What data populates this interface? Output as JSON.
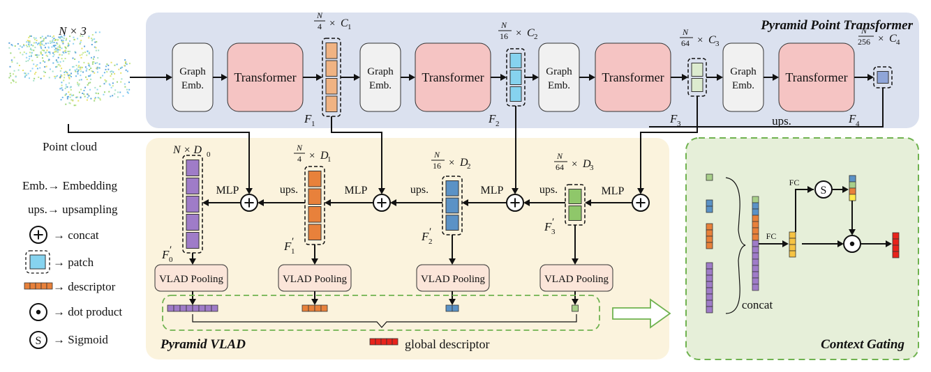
{
  "input": {
    "dims": "N × 3",
    "label": "Point cloud"
  },
  "transformer_panel": {
    "title": "Pyramid Point Transformer",
    "stages": [
      {
        "embed_label": [
          "Graph",
          "Emb."
        ],
        "transformer_label": "Transformer",
        "dim_frac": [
          "N",
          "4"
        ],
        "dim_channel": "C",
        "dim_sub": "1",
        "feature": "F",
        "feature_sub": "1",
        "patches": 4,
        "patch_color": "#f0b383"
      },
      {
        "embed_label": [
          "Graph",
          "Emb."
        ],
        "transformer_label": "Transformer",
        "dim_frac": [
          "N",
          "16"
        ],
        "dim_channel": "C",
        "dim_sub": "2",
        "feature": "F",
        "feature_sub": "2",
        "patches": 3,
        "patch_color": "#86d3ef"
      },
      {
        "embed_label": [
          "Graph",
          "Emb."
        ],
        "transformer_label": "Transformer",
        "dim_frac": [
          "N",
          "64"
        ],
        "dim_channel": "C",
        "dim_sub": "3",
        "feature": "F",
        "feature_sub": "3",
        "patches": 2,
        "patch_color": "#dcebcf"
      },
      {
        "embed_label": [
          "Graph",
          "Emb."
        ],
        "transformer_label": "Transformer",
        "dim_frac": [
          "N",
          "256"
        ],
        "dim_channel": "C",
        "dim_sub": "4",
        "feature": "F",
        "feature_sub": "4",
        "patches": 1,
        "patch_color": "#8fa5d8"
      }
    ],
    "ups_label": "ups."
  },
  "vlad_panel": {
    "title": "Pyramid VLAD",
    "levels": [
      {
        "dim_plain": "N × D",
        "dim_frac": null,
        "dim_sub": "0",
        "feature": "F",
        "feature_sub": "0",
        "patches": 5,
        "patch_color": "#9f7cc8",
        "pool_label": "VLAD Pooling",
        "descriptor_cells": 8,
        "descriptor_color": "#9f7cc8"
      },
      {
        "dim_plain": null,
        "dim_frac": [
          "N",
          "4"
        ],
        "dim_sub": "1",
        "feature": "F",
        "feature_sub": "1",
        "patches": 4,
        "patch_color": "#e8813b",
        "pool_label": "VLAD Pooling",
        "descriptor_cells": 4,
        "descriptor_color": "#e8813b"
      },
      {
        "dim_plain": null,
        "dim_frac": [
          "N",
          "16"
        ],
        "dim_sub": "2",
        "feature": "F",
        "feature_sub": "2",
        "patches": 3,
        "patch_color": "#5b92c6",
        "pool_label": "VLAD Pooling",
        "descriptor_cells": 2,
        "descriptor_color": "#5b92c6"
      },
      {
        "dim_plain": null,
        "dim_frac": [
          "N",
          "64"
        ],
        "dim_sub": "3",
        "feature": "F",
        "feature_sub": "3",
        "patches": 2,
        "patch_color": "#8fc76a",
        "pool_label": "VLAD Pooling",
        "descriptor_cells": 1,
        "descriptor_color": "#a8cf8a"
      }
    ],
    "mlp_label": "MLP",
    "ups_label": "ups.",
    "global_descriptor": "global descriptor",
    "global_descriptor_color": "#e8231b"
  },
  "context_gating": {
    "title": "Context Gating",
    "concat_label": "concat",
    "fc_label": "FC",
    "sigmoid_symbol": "S"
  },
  "legend": [
    {
      "symbol": "Emb.",
      "text": "Embedding"
    },
    {
      "symbol": "ups.",
      "text": "upsampling"
    },
    {
      "symbol": "concat-circle",
      "text": "concat"
    },
    {
      "symbol": "patch-square",
      "text": "patch"
    },
    {
      "symbol": "descriptor-bar",
      "text": "descriptor"
    },
    {
      "symbol": "dot-circle",
      "text": "dot product"
    },
    {
      "symbol": "sigmoid-circle",
      "text": "Sigmoid"
    }
  ],
  "arrow_glyph": "→",
  "colors": {
    "transformer_panel_bg": "#dbe1ef",
    "vlad_panel_bg": "#fbf3dd",
    "gating_panel_bg": "#e6efd9",
    "gating_border": "#6fb24f",
    "transformer_box": "#f5c4c3",
    "embed_box": "#f1f1f1",
    "vlad_box": "#fbe5d9"
  }
}
